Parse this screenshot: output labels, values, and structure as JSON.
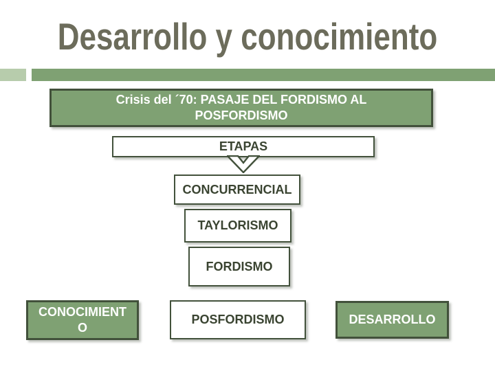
{
  "title": "Desarrollo y conocimiento",
  "colors": {
    "accent_green": "#7FA173",
    "accent_light_green": "#B7CCAC",
    "border_green": "#42513B",
    "title_olive": "#6C6C5B",
    "text_dark": "#3A4431",
    "text_white": "#FFFFFF",
    "background": "#FFFFFF"
  },
  "crisis_box": {
    "lines": [
      "Crisis del ´70: PASAJE DEL FORDISMO AL",
      "POSFORDISMO"
    ]
  },
  "etapas_box": {
    "label": "ETAPAS"
  },
  "icons": {
    "etapas_arrow": "down-arrow"
  },
  "stage_boxes": [
    {
      "label": "CONCURRENCIAL"
    },
    {
      "label": "TAYLORISMO"
    },
    {
      "label": "FORDISMO"
    }
  ],
  "bottom_boxes": [
    {
      "variant": "green",
      "lines": [
        "CONOCIMIENT",
        "O"
      ]
    },
    {
      "variant": "white",
      "lines": [
        "POSFORDISMO"
      ]
    },
    {
      "variant": "green",
      "lines": [
        "DESARROLLO"
      ]
    }
  ]
}
